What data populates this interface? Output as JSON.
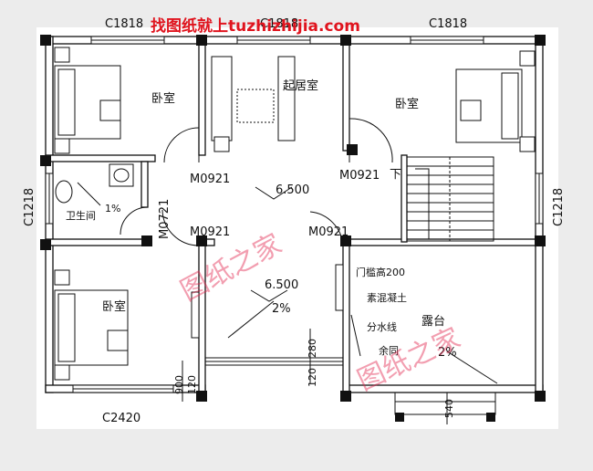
{
  "watermarks": {
    "top_banner": "找图纸就上tuzhizhijia.com",
    "stamp": "图纸之家"
  },
  "windows": {
    "top_left": "C1818",
    "top_middle": "C1818",
    "top_right": "C1818",
    "left_side": "C1218",
    "right_side": "C1218",
    "bottom_left": "C2420"
  },
  "rooms": {
    "bedroom_top_left": "卧室",
    "living_room": "起居室",
    "bedroom_top_right": "卧室",
    "bathroom": "卫生间",
    "bedroom_bottom_left": "卧室",
    "terrace": "露台"
  },
  "doors": {
    "door_top_left": "M0921",
    "door_top_right": "M0921",
    "door_bath": "M0721",
    "door_mid_left": "M0921",
    "door_mid_right": "M0921"
  },
  "annotations": {
    "stairs_down": "下",
    "bath_slope": "1%",
    "elevation_upper": "6.500",
    "elevation_lower": "6.500",
    "slope_lower": "2%",
    "slope_terrace": "2%",
    "sill_height": "门槛高200",
    "concrete": "素混凝土",
    "water_line": "分水线",
    "remainder": "余同"
  },
  "dimensions": {
    "d280": "280",
    "d120_mid": "120",
    "d900": "900",
    "d120_left": "120",
    "d540": "540"
  }
}
